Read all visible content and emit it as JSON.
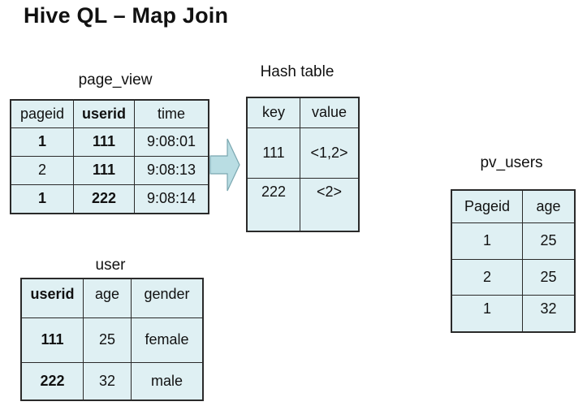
{
  "title": "Hive QL – Map Join",
  "page_view": {
    "caption": "page_view",
    "headers": [
      "pageid",
      "userid",
      "time"
    ],
    "rows": [
      [
        "1",
        "111",
        "9:08:01"
      ],
      [
        "2",
        "111",
        "9:08:13"
      ],
      [
        "1",
        "222",
        "9:08:14"
      ]
    ]
  },
  "hash_table": {
    "caption": "Hash table",
    "headers": [
      "key",
      "value"
    ],
    "rows": [
      [
        "111",
        "<1,2>"
      ],
      [
        "222",
        "<2>"
      ]
    ]
  },
  "user": {
    "caption": "user",
    "headers": [
      "userid",
      "age",
      "gender"
    ],
    "rows": [
      [
        "111",
        "25",
        "female"
      ],
      [
        "222",
        "32",
        "male"
      ]
    ]
  },
  "pv_users": {
    "caption": "pv_users",
    "headers": [
      "Pageid",
      "age"
    ],
    "rows": [
      [
        "1",
        "25"
      ],
      [
        "2",
        "25"
      ],
      [
        "1",
        "32"
      ]
    ]
  },
  "colors": {
    "cell_fill": "#dff0f3",
    "arrow_fill": "#b9dde3",
    "border": "#2a2a2a"
  }
}
